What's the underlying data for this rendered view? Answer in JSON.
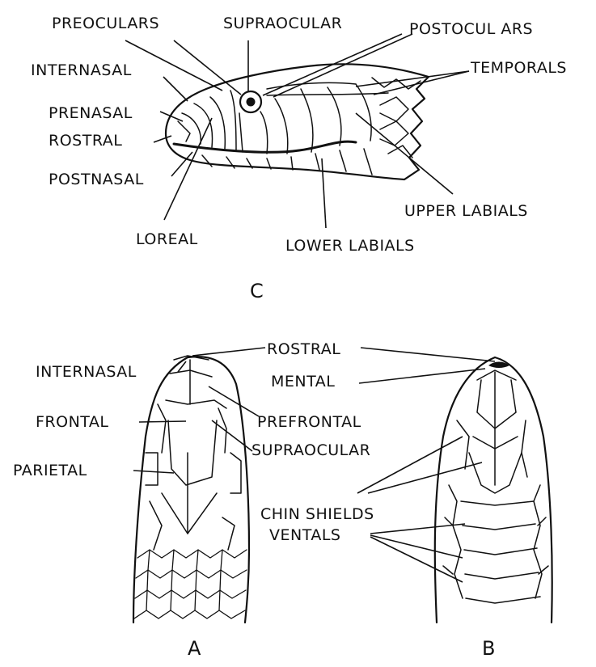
{
  "panels": {
    "side": {
      "id": "C",
      "labels": {
        "preoculars": "PREOCULARS",
        "supraocular": "SUPRAOCULAR",
        "postoculars": "POSTOCUL ARS",
        "internasal": "INTERNASAL",
        "temporals": "TEMPORALS",
        "prenasal": "PRENASAL",
        "rostral": "ROSTRAL",
        "postnasal": "POSTNASAL",
        "upper_labials": "UPPER LABIALS",
        "loreal": "LOREAL",
        "lower_labials": "LOWER LABIALS"
      }
    },
    "dorsal": {
      "id": "A",
      "labels": {
        "internasal": "INTERNASAL",
        "frontal": "FRONTAL",
        "parietal": "PARIETAL"
      }
    },
    "ventral": {
      "id": "B",
      "labels": {
        "mental": "MENTAL",
        "chin_shields": "CHIN SHIELDS",
        "ventrals": "VENTALS"
      }
    },
    "shared": {
      "rostral": "ROSTRAL",
      "prefrontal": "PREFRONTAL",
      "supraocular": "SUPRAOCULAR"
    }
  },
  "colors": {
    "ink": "#111111",
    "background": "#ffffff"
  }
}
